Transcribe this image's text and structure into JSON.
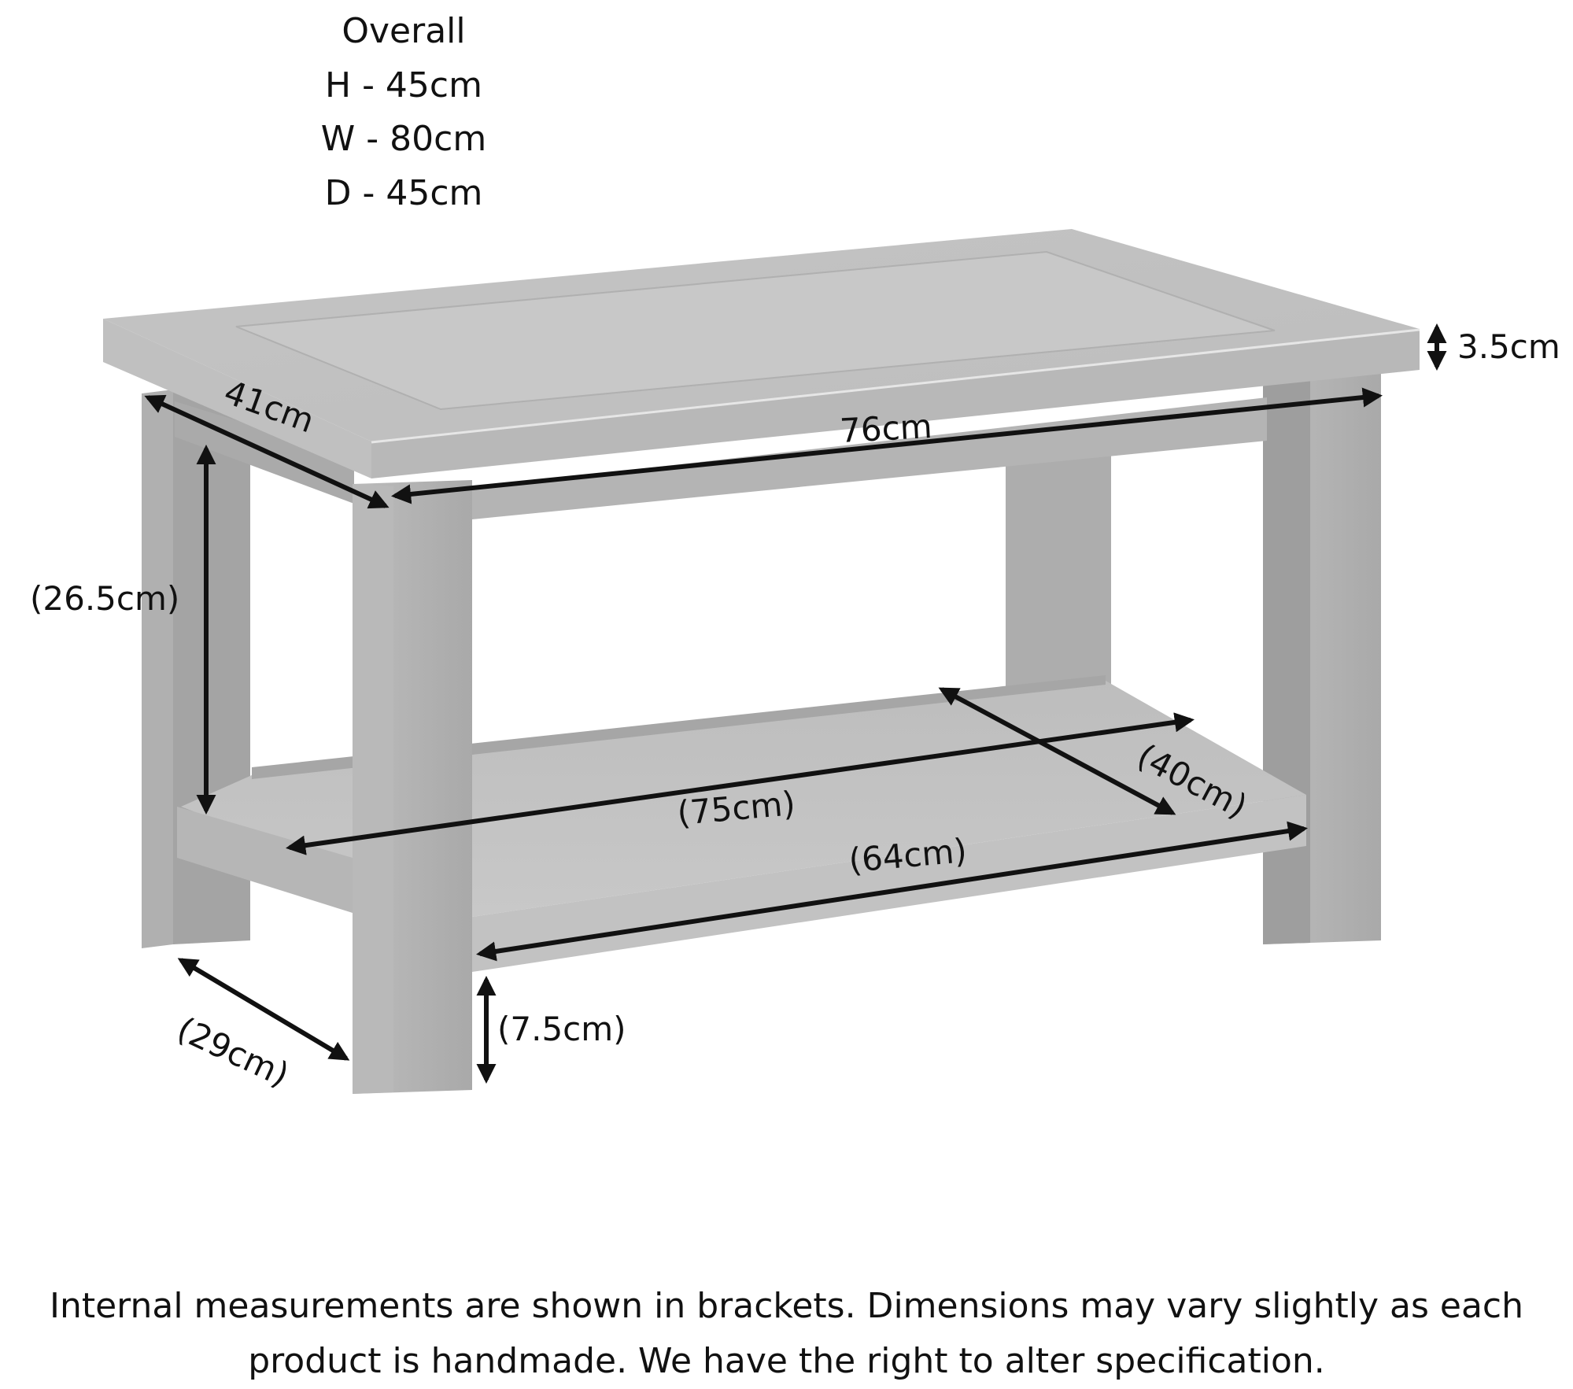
{
  "overall": {
    "heading": "Overall",
    "height": "H - 45cm",
    "width": "W - 80cm",
    "depth": "D - 45cm"
  },
  "dimensions": {
    "top_thickness": "3.5cm",
    "top_depth": "41cm",
    "top_width": "76cm",
    "inner_height": "(26.5cm)",
    "shelf_depth": "(40cm)",
    "shelf_width": "(75cm)",
    "shelf_front_width": "(64cm)",
    "leg_depth_gap": "(29cm)",
    "shelf_clearance": "(7.5cm)"
  },
  "footer": {
    "line1": "Internal measurements are shown in brackets. Dimensions may vary slightly as each",
    "line2": "product is handmade. We have the right to alter specification."
  },
  "colors": {
    "wood_light": "#c9c9c9",
    "wood_mid": "#b3b3b3",
    "wood_dark": "#9a9a9a",
    "arrow": "#111111",
    "background": "#ffffff"
  }
}
